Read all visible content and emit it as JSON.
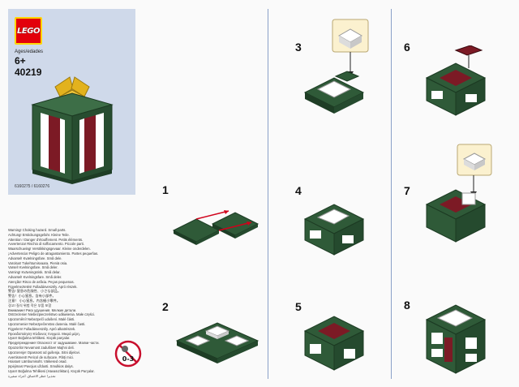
{
  "cover": {
    "brand": "LEGO",
    "ages_label": "Ages/edades",
    "age": "6+",
    "set_number": "40219",
    "codes": "6160275 / 6160276"
  },
  "warnings": [
    "Warning! Choking hazard. Small parts.",
    "Achtung! Erstickungsgefahr. Kleine Teile.",
    "Attention ! Danger d'étouffement. Petits éléments.",
    "Avvertenza! Rischio di soffocamento. Piccole parti.",
    "Waarschuwing! Verstikkingsgevaar. Kleine onderdelen.",
    "¡Advertencia! Peligro de atragantamiento. Partes pequeñas.",
    "Advarsel! Kvælningsfare. Små dele.",
    "Varoitus! Tukehtumisvaara. Pieniä osia.",
    "Varsel! Kvelningsfare. Små deler.",
    "Varning! Kvävningsrisk. Små delar.",
    "Advarsel! Kvelningsfare. Små deler.",
    "Atenção! Risco de asfixia. Peças pequenas.",
    "Figyelmeztetés! Fulladásveszély. Apró részek.",
    "警告! 窒息の危険性、小さな部品。",
    "警告！小心窒息。含有小部件。",
    "注意！ 小心窒息。內含細小零件。",
    "경고! 질식 위험 작은 부품 포함",
    "Внимание! Риск удушения. Мелкие детали.",
    "Ostrzeżenie! Niebezpieczeństwo udławienia. Małe części.",
    "Upozornění! Nebezpečí udušení. Malé části.",
    "Upozornenie! Nebezpečenstvo dusenia. Malé časti.",
    "Figyelem! Fulladásveszély. Apró alkatrészek.",
    "Προειδοποίηση! Κίνδυνος πνιγμού. Μικρά μέρη.",
    "Uyarı! Boğulma tehlikesi. Küçük parçalar.",
    "Предупреждение! Опасност от задушаване. Малки части.",
    "Opozorilo! Nevarnost zadušitve! Majhni deli.",
    "Upozorenje! Opasnost od gušenja. Sitni dijelovi.",
    "Avertisment! Pericol de sufocare. Părți mici.",
    "Hoiatus! Lämbumisoht. Väikesed osad.",
    "Įspėjimas! Pavojus uždusti. Smulkios dalys.",
    "Uyarı! Boğulma Tehlikesi (Havasızlıktan). Küçük Parçalar.",
    "تحذير! خطر الاختناق. أجزاء صغيرة"
  ],
  "age_badge": "0-3",
  "steps": [
    {
      "number": "1"
    },
    {
      "number": "2"
    },
    {
      "number": "3"
    },
    {
      "number": "4"
    },
    {
      "number": "5"
    },
    {
      "number": "6"
    },
    {
      "number": "7"
    },
    {
      "number": "8"
    }
  ],
  "colors": {
    "dark_green": "#2f5a38",
    "white": "#ffffff",
    "dark_red": "#7c1a25",
    "gold": "#e2b21e",
    "cover_bg": "#cfd9ea"
  }
}
